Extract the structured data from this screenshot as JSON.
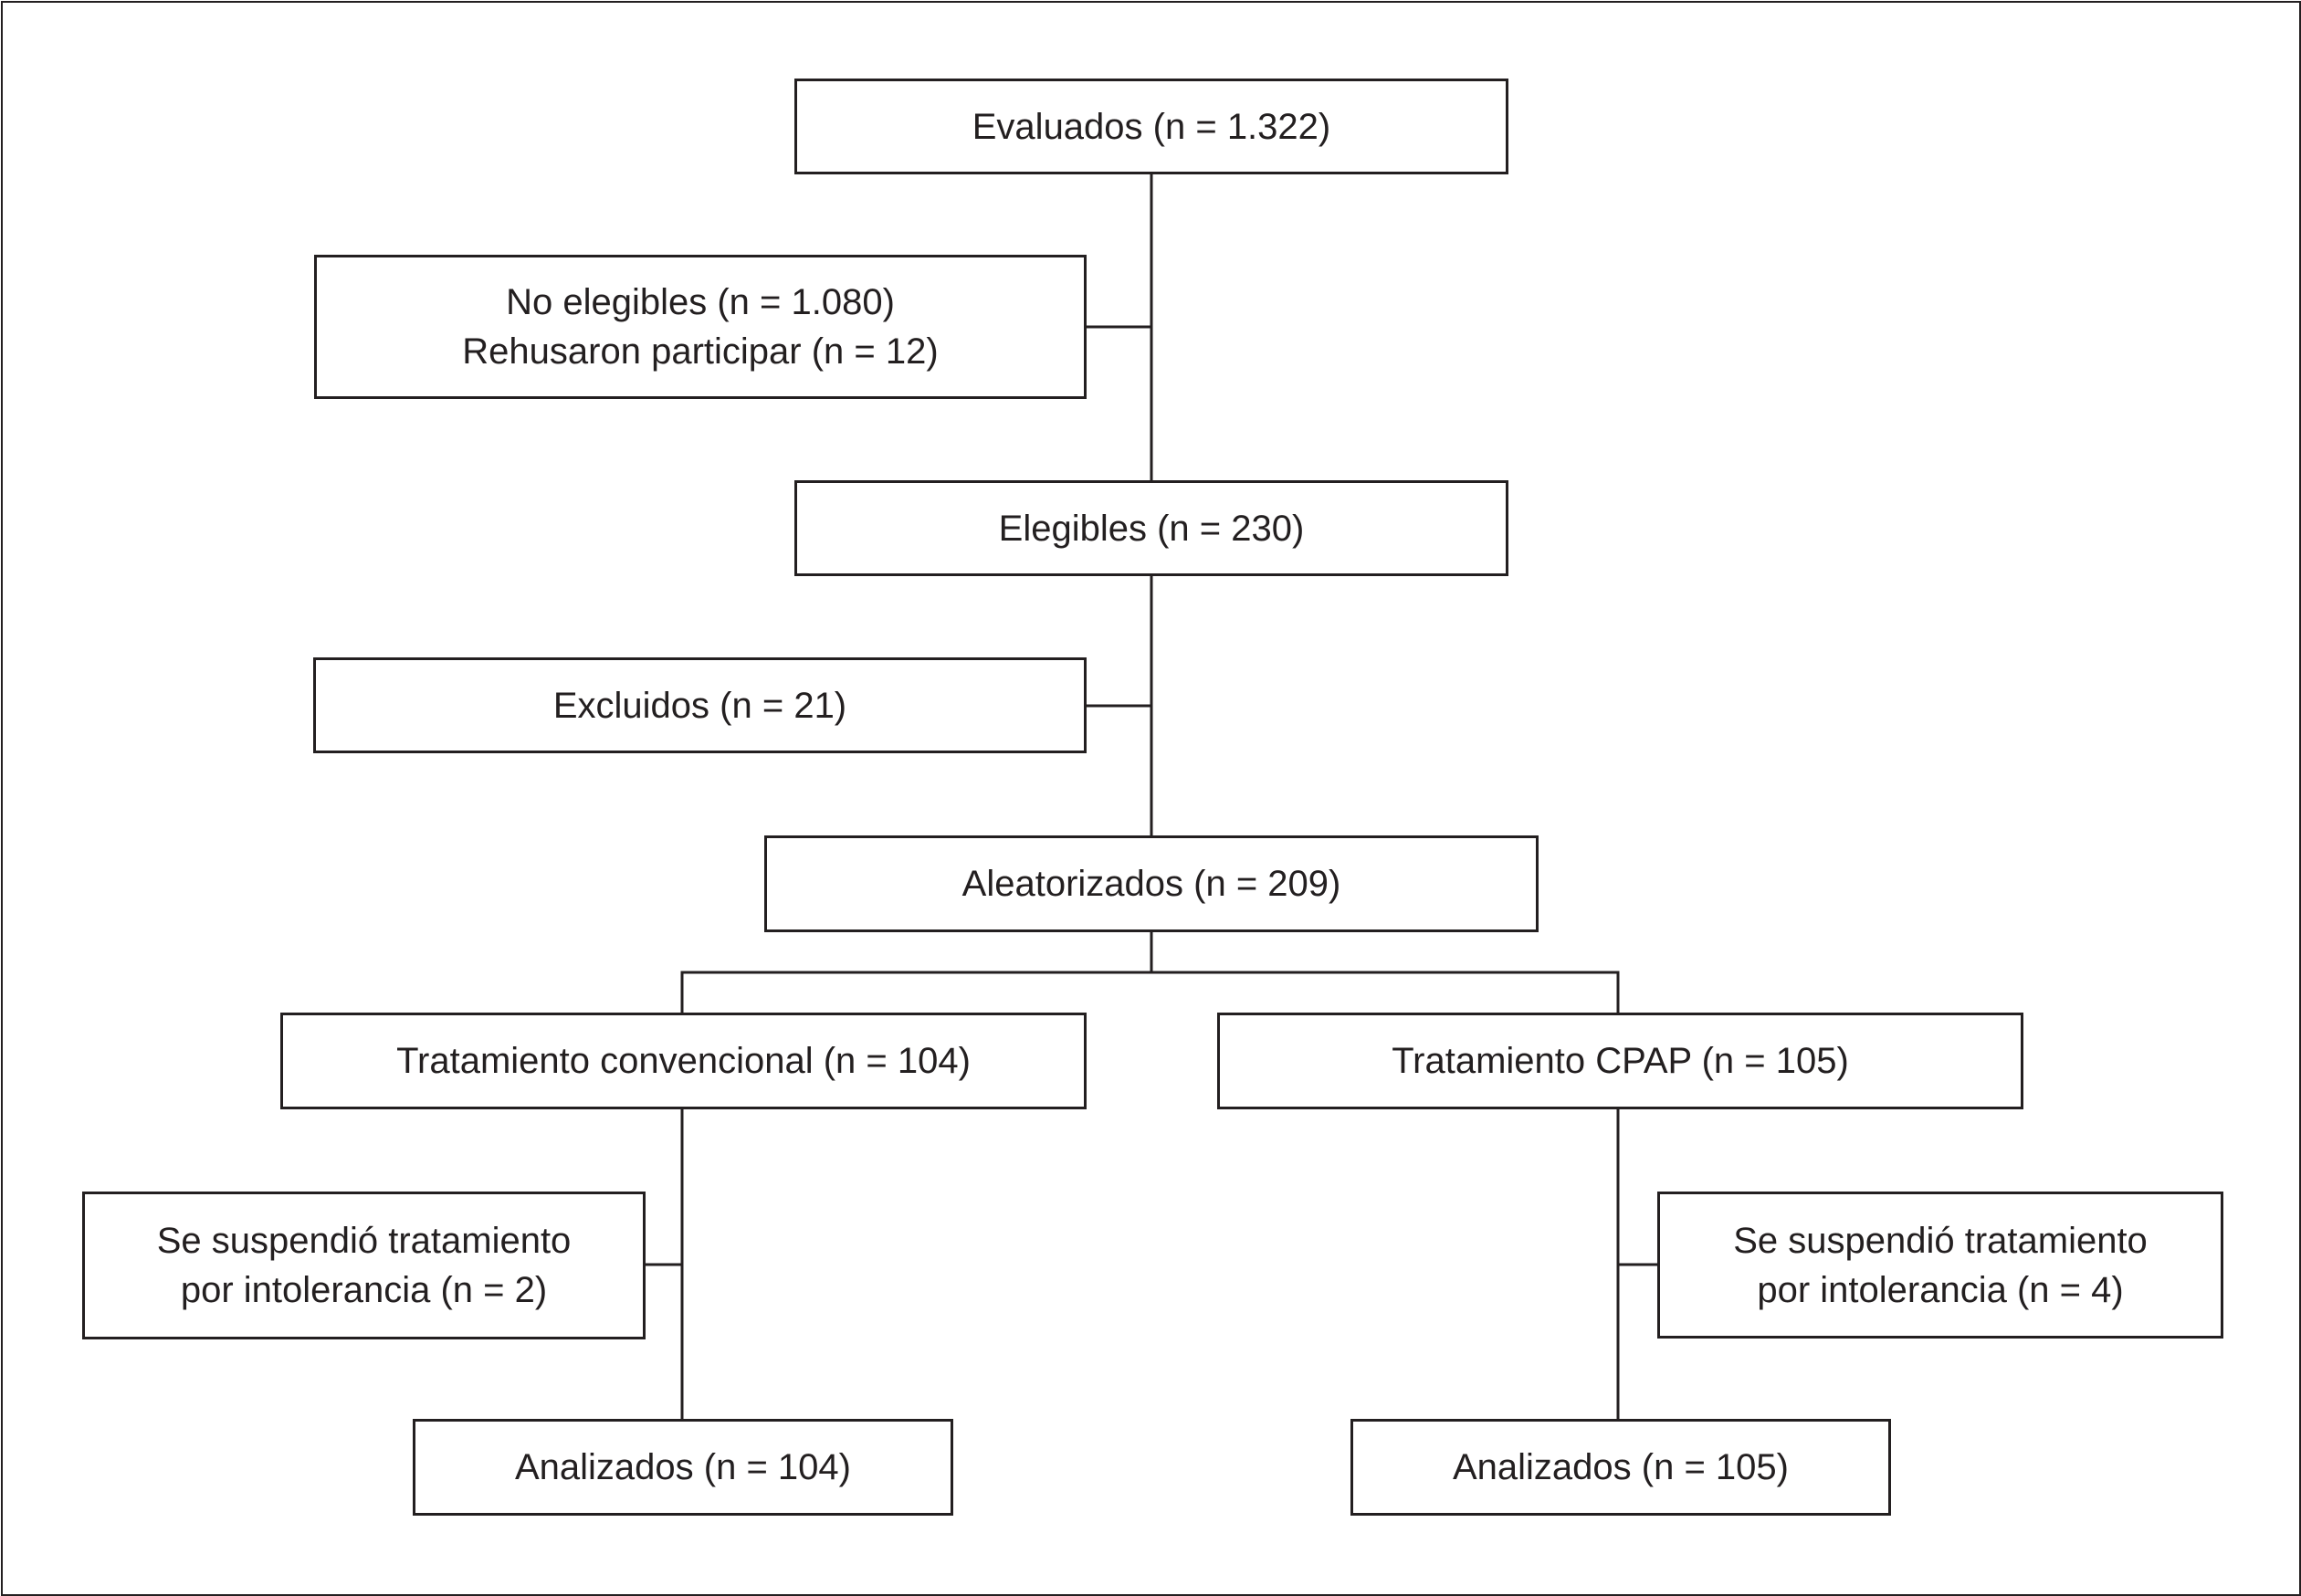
{
  "diagram": {
    "type": "flowchart",
    "line_color": "#231f20",
    "nodes": {
      "evaluados": {
        "lines": [
          "Evaluados (n = 1.322)"
        ]
      },
      "no_elegibles": {
        "lines": [
          "No elegibles (n = 1.080)",
          "Rehusaron participar (n = 12)"
        ]
      },
      "elegibles": {
        "lines": [
          "Elegibles (n = 230)"
        ]
      },
      "excluidos": {
        "lines": [
          "Excluidos (n = 21)"
        ]
      },
      "aleatorizados": {
        "lines": [
          "Aleatorizados (n = 209)"
        ]
      },
      "convencional": {
        "lines": [
          "Tratamiento convencional (n = 104)"
        ]
      },
      "cpap": {
        "lines": [
          "Tratamiento CPAP (n = 105)"
        ]
      },
      "suspendio_conv": {
        "lines": [
          "Se suspendió tratamiento",
          "por intolerancia (n = 2)"
        ]
      },
      "suspendio_cpap": {
        "lines": [
          "Se suspendió tratamiento",
          "por intolerancia (n = 4)"
        ]
      },
      "analizados_conv": {
        "lines": [
          "Analizados (n = 104)"
        ]
      },
      "analizados_cpap": {
        "lines": [
          "Analizados (n = 105)"
        ]
      }
    },
    "edges": [
      {
        "from": "evaluados",
        "to": "elegibles"
      },
      {
        "from": "evaluados",
        "to": "no_elegibles",
        "kind": "exclusion"
      },
      {
        "from": "elegibles",
        "to": "aleatorizados"
      },
      {
        "from": "elegibles",
        "to": "excluidos",
        "kind": "exclusion"
      },
      {
        "from": "aleatorizados",
        "to": "convencional"
      },
      {
        "from": "aleatorizados",
        "to": "cpap"
      },
      {
        "from": "convencional",
        "to": "analizados_conv"
      },
      {
        "from": "convencional",
        "to": "suspendio_conv",
        "kind": "exclusion"
      },
      {
        "from": "cpap",
        "to": "analizados_cpap"
      },
      {
        "from": "cpap",
        "to": "suspendio_cpap",
        "kind": "exclusion"
      }
    ]
  }
}
